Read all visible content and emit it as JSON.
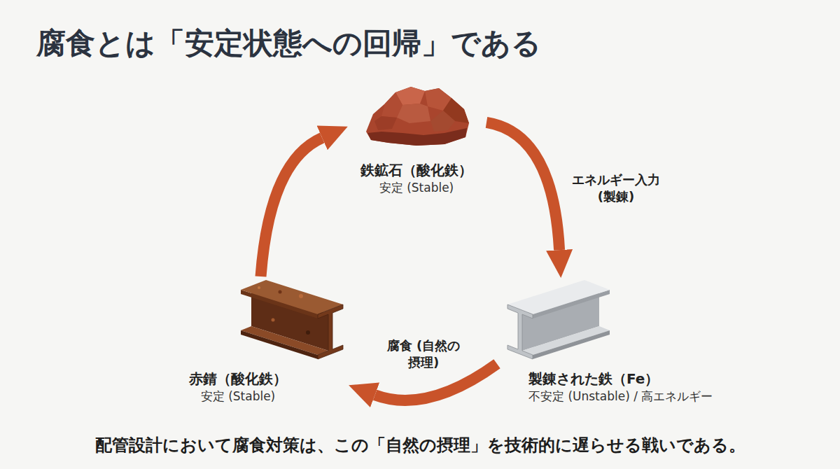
{
  "diagram": {
    "title": "腐食とは「安定状態への回帰」である",
    "caption": "配管設計において腐食対策は、この「自然の摂理」を技術的に遅らせる戦いである。",
    "nodes": [
      {
        "text": [
          "鉄鉱石（酸化鉄）",
          "安定 (Stable)"
        ]
      },
      {
        "text": [
          "赤錆（酸化鉄）",
          "安定 (Stable)"
        ]
      },
      {
        "text": [
          "製錬された鉄（Fe）",
          "不安定 (Unstable) / 高エネルギー"
        ]
      }
    ],
    "edges": [
      {
        "from": 0,
        "to": 2,
        "label": "エネルギー入力 (製錬)",
        "arrow": "to"
      },
      {
        "from": 2,
        "to": 1,
        "label": "腐食 (自然の摂理)",
        "arrow": "to"
      },
      {
        "from": 1,
        "to": 0,
        "arrow": "to"
      }
    ]
  }
}
